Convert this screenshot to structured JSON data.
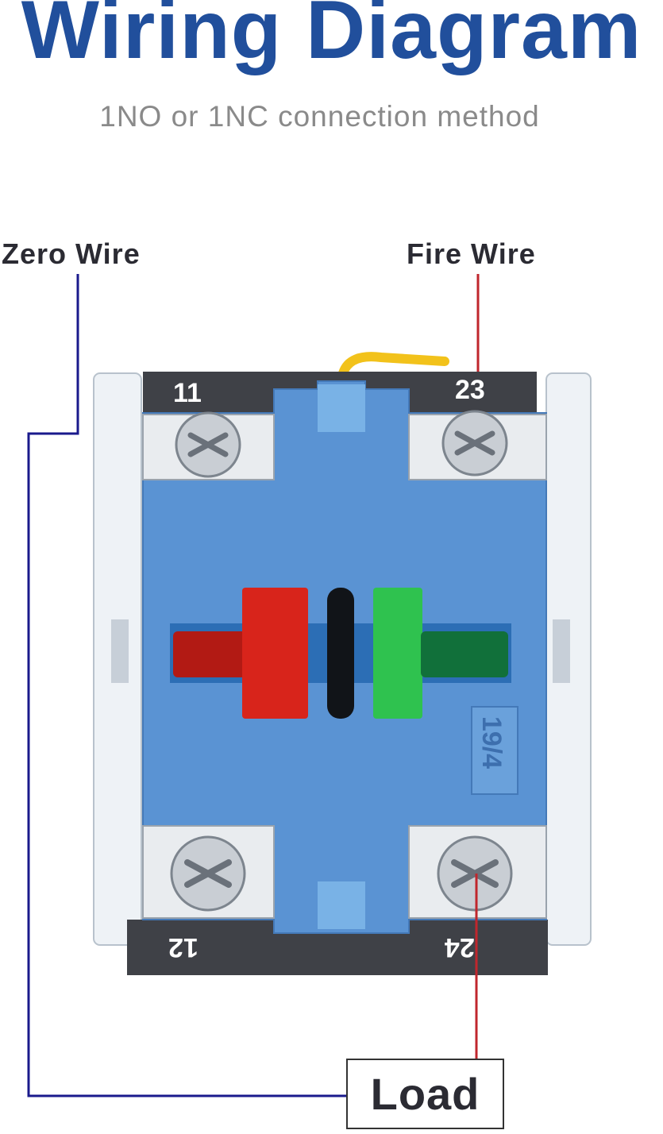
{
  "header": {
    "title": "Wiring Diagram",
    "subtitle": "1NO or 1NC connection method"
  },
  "wires": {
    "zero_label": "Zero Wire",
    "fire_label": "Fire Wire",
    "zero_color": "#1a1a8c",
    "fire_color": "#c0262d"
  },
  "terminals": {
    "t11": "11",
    "t23": "23",
    "t12": "12",
    "t24": "24"
  },
  "module_code": "19/4",
  "load_label": "Load",
  "colors": {
    "title": "#214f9c",
    "subtitle": "#8a8a8a",
    "label": "#2b2b33",
    "housing_blue": "#5a93d3",
    "terminal_strip": "#3f4147",
    "indicator_red": "#d8241b",
    "indicator_green": "#2fc24f"
  }
}
